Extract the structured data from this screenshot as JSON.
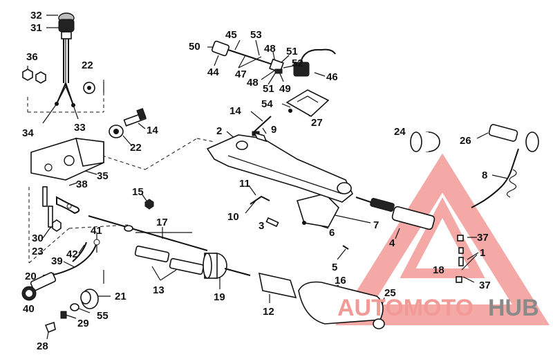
{
  "diagram": {
    "callouts": [
      {
        "id": "c32",
        "text": "32"
      },
      {
        "id": "c31",
        "text": "31"
      },
      {
        "id": "c36",
        "text": "36"
      },
      {
        "id": "c22a",
        "text": "22"
      },
      {
        "id": "c34",
        "text": "34"
      },
      {
        "id": "c33",
        "text": "33"
      },
      {
        "id": "c14a",
        "text": "14"
      },
      {
        "id": "c22b",
        "text": "22"
      },
      {
        "id": "c35",
        "text": "35"
      },
      {
        "id": "c38",
        "text": "38"
      },
      {
        "id": "c15",
        "text": "15"
      },
      {
        "id": "c30",
        "text": "30"
      },
      {
        "id": "c23",
        "text": "23"
      },
      {
        "id": "c41",
        "text": "41"
      },
      {
        "id": "c42",
        "text": "42"
      },
      {
        "id": "c39",
        "text": "39"
      },
      {
        "id": "c20",
        "text": "20"
      },
      {
        "id": "c40",
        "text": "40"
      },
      {
        "id": "c21",
        "text": "21"
      },
      {
        "id": "c29",
        "text": "29"
      },
      {
        "id": "c55",
        "text": "55"
      },
      {
        "id": "c28",
        "text": "28"
      },
      {
        "id": "c17",
        "text": "17"
      },
      {
        "id": "c13",
        "text": "13"
      },
      {
        "id": "c19",
        "text": "19"
      },
      {
        "id": "c12",
        "text": "12"
      },
      {
        "id": "c16",
        "text": "16"
      },
      {
        "id": "c5",
        "text": "5"
      },
      {
        "id": "c25",
        "text": "25"
      },
      {
        "id": "c4",
        "text": "4"
      },
      {
        "id": "c37a",
        "text": "37"
      },
      {
        "id": "c1",
        "text": "1"
      },
      {
        "id": "c18",
        "text": "18"
      },
      {
        "id": "c37b",
        "text": "37"
      },
      {
        "id": "c3",
        "text": "3"
      },
      {
        "id": "c10",
        "text": "10"
      },
      {
        "id": "c11",
        "text": "11"
      },
      {
        "id": "c6",
        "text": "6"
      },
      {
        "id": "c7",
        "text": "7"
      },
      {
        "id": "c2",
        "text": "2"
      },
      {
        "id": "c9",
        "text": "9"
      },
      {
        "id": "c14b",
        "text": "14"
      },
      {
        "id": "c54",
        "text": "54"
      },
      {
        "id": "c27",
        "text": "27"
      },
      {
        "id": "c45",
        "text": "45"
      },
      {
        "id": "c53",
        "text": "53"
      },
      {
        "id": "c50",
        "text": "50"
      },
      {
        "id": "c44",
        "text": "44"
      },
      {
        "id": "c47",
        "text": "47"
      },
      {
        "id": "c48a",
        "text": "48"
      },
      {
        "id": "c51a",
        "text": "51"
      },
      {
        "id": "c52",
        "text": "52"
      },
      {
        "id": "c48b",
        "text": "48"
      },
      {
        "id": "c51b",
        "text": "51"
      },
      {
        "id": "c49",
        "text": "49"
      },
      {
        "id": "c46",
        "text": "46"
      },
      {
        "id": "c24",
        "text": "24"
      },
      {
        "id": "c26",
        "text": "26"
      },
      {
        "id": "c8",
        "text": "8"
      }
    ],
    "watermark": {
      "text_red": "AUTOMOTO",
      "text_grey": "HUB",
      "color_red": "#f29a96",
      "color_grey": "#8a8a8a"
    }
  }
}
